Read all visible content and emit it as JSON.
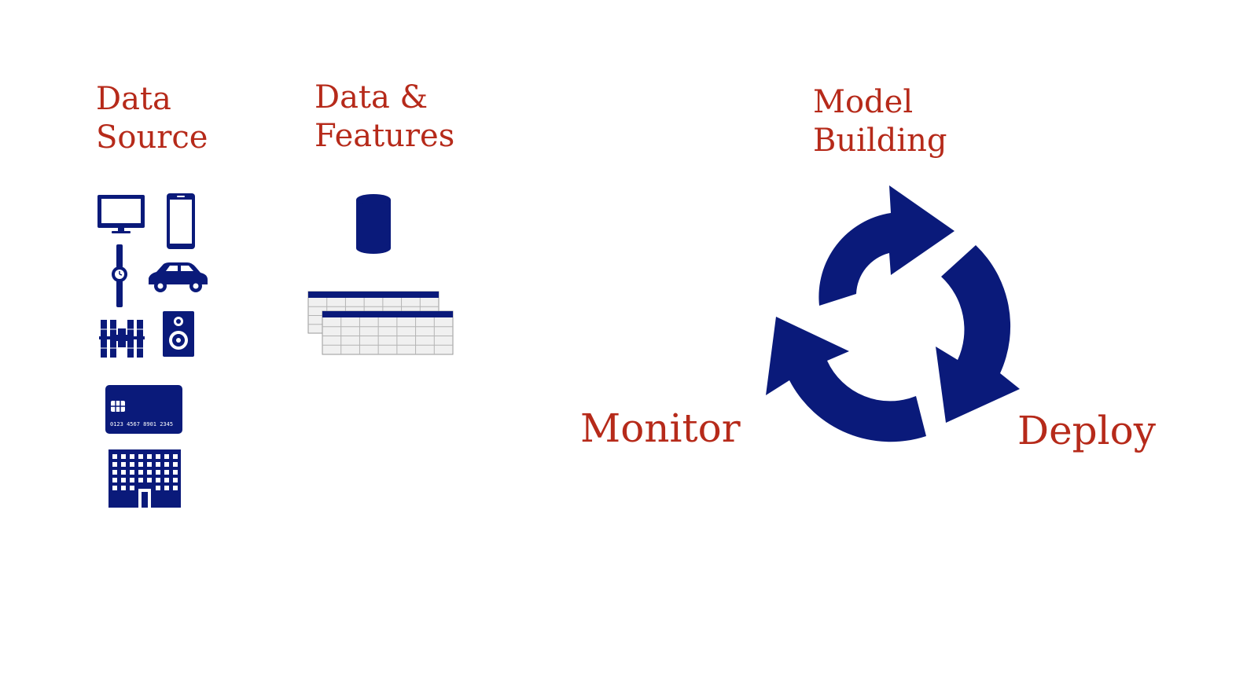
{
  "labels": {
    "data_source": [
      "Data",
      "Source"
    ],
    "data_features": [
      "Data &",
      "Features"
    ],
    "model_building": [
      "Model",
      "Building"
    ],
    "monitor": "Monitor",
    "deploy": "Deploy"
  },
  "credit_card_number": "0123 4567 8901 2345",
  "icons": [
    "monitor-icon",
    "phone-icon",
    "watch-icon",
    "car-icon",
    "satellite-icon",
    "speaker-icon",
    "credit-card-icon",
    "building-icon",
    "database-icon",
    "spreadsheet-icon",
    "cycle-arrows-icon"
  ],
  "colors": {
    "icon": "#0a1a7a",
    "label": "#b62a1a"
  }
}
